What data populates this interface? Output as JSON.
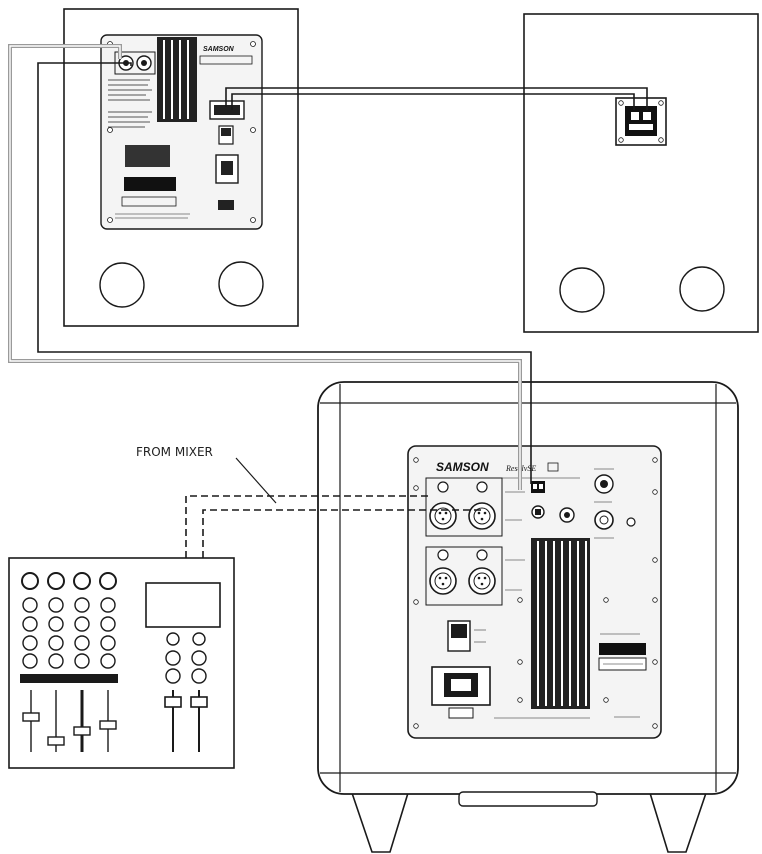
{
  "diagram": {
    "callout_label": "FROM MIXER",
    "brand_small": "SAMSON",
    "brand_large": "SAMSON",
    "model_badge": "ResolvSE",
    "colors": {
      "line": "#1a1a1a",
      "cable_light": "#9a9a9a",
      "heatsink": "#222222",
      "panel_fill": "#f4f4f4",
      "background": "#ffffff"
    },
    "components": [
      {
        "name": "left-monitor",
        "kind": "speaker"
      },
      {
        "name": "right-monitor",
        "kind": "speaker"
      },
      {
        "name": "subwoofer",
        "kind": "subwoofer"
      },
      {
        "name": "mixer",
        "kind": "mixer"
      }
    ]
  }
}
